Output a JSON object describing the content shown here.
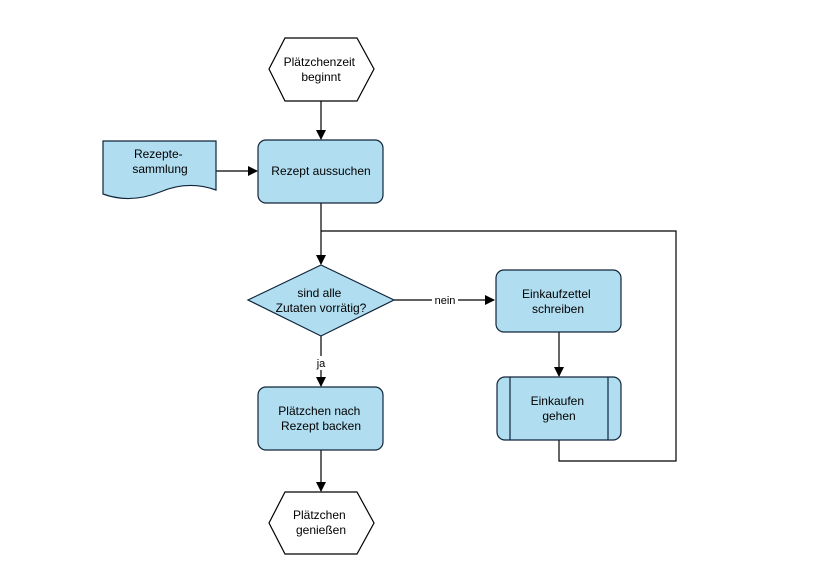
{
  "colors": {
    "process_fill": "#b1ddf0",
    "stroke": "#10253a",
    "terminal_fill": "#ffffff",
    "line": "#000000"
  },
  "nodes": {
    "start": {
      "lines": [
        "Plätzchenzeit",
        "beginnt"
      ]
    },
    "recipes": {
      "lines": [
        "Rezepte-",
        "sammlung"
      ]
    },
    "choose": {
      "lines": [
        "Rezept aussuchen"
      ]
    },
    "decision": {
      "lines": [
        "sind alle",
        "Zutaten vorrätig?"
      ]
    },
    "list": {
      "lines": [
        "Einkaufzettel",
        "schreiben"
      ]
    },
    "shop": {
      "lines": [
        "Einkaufen",
        "gehen"
      ]
    },
    "bake": {
      "lines": [
        "Plätzchen nach",
        "Rezept backen"
      ]
    },
    "end": {
      "lines": [
        "Plätzchen",
        "genießen"
      ]
    }
  },
  "edge_labels": {
    "no": "nein",
    "yes": "ja"
  }
}
